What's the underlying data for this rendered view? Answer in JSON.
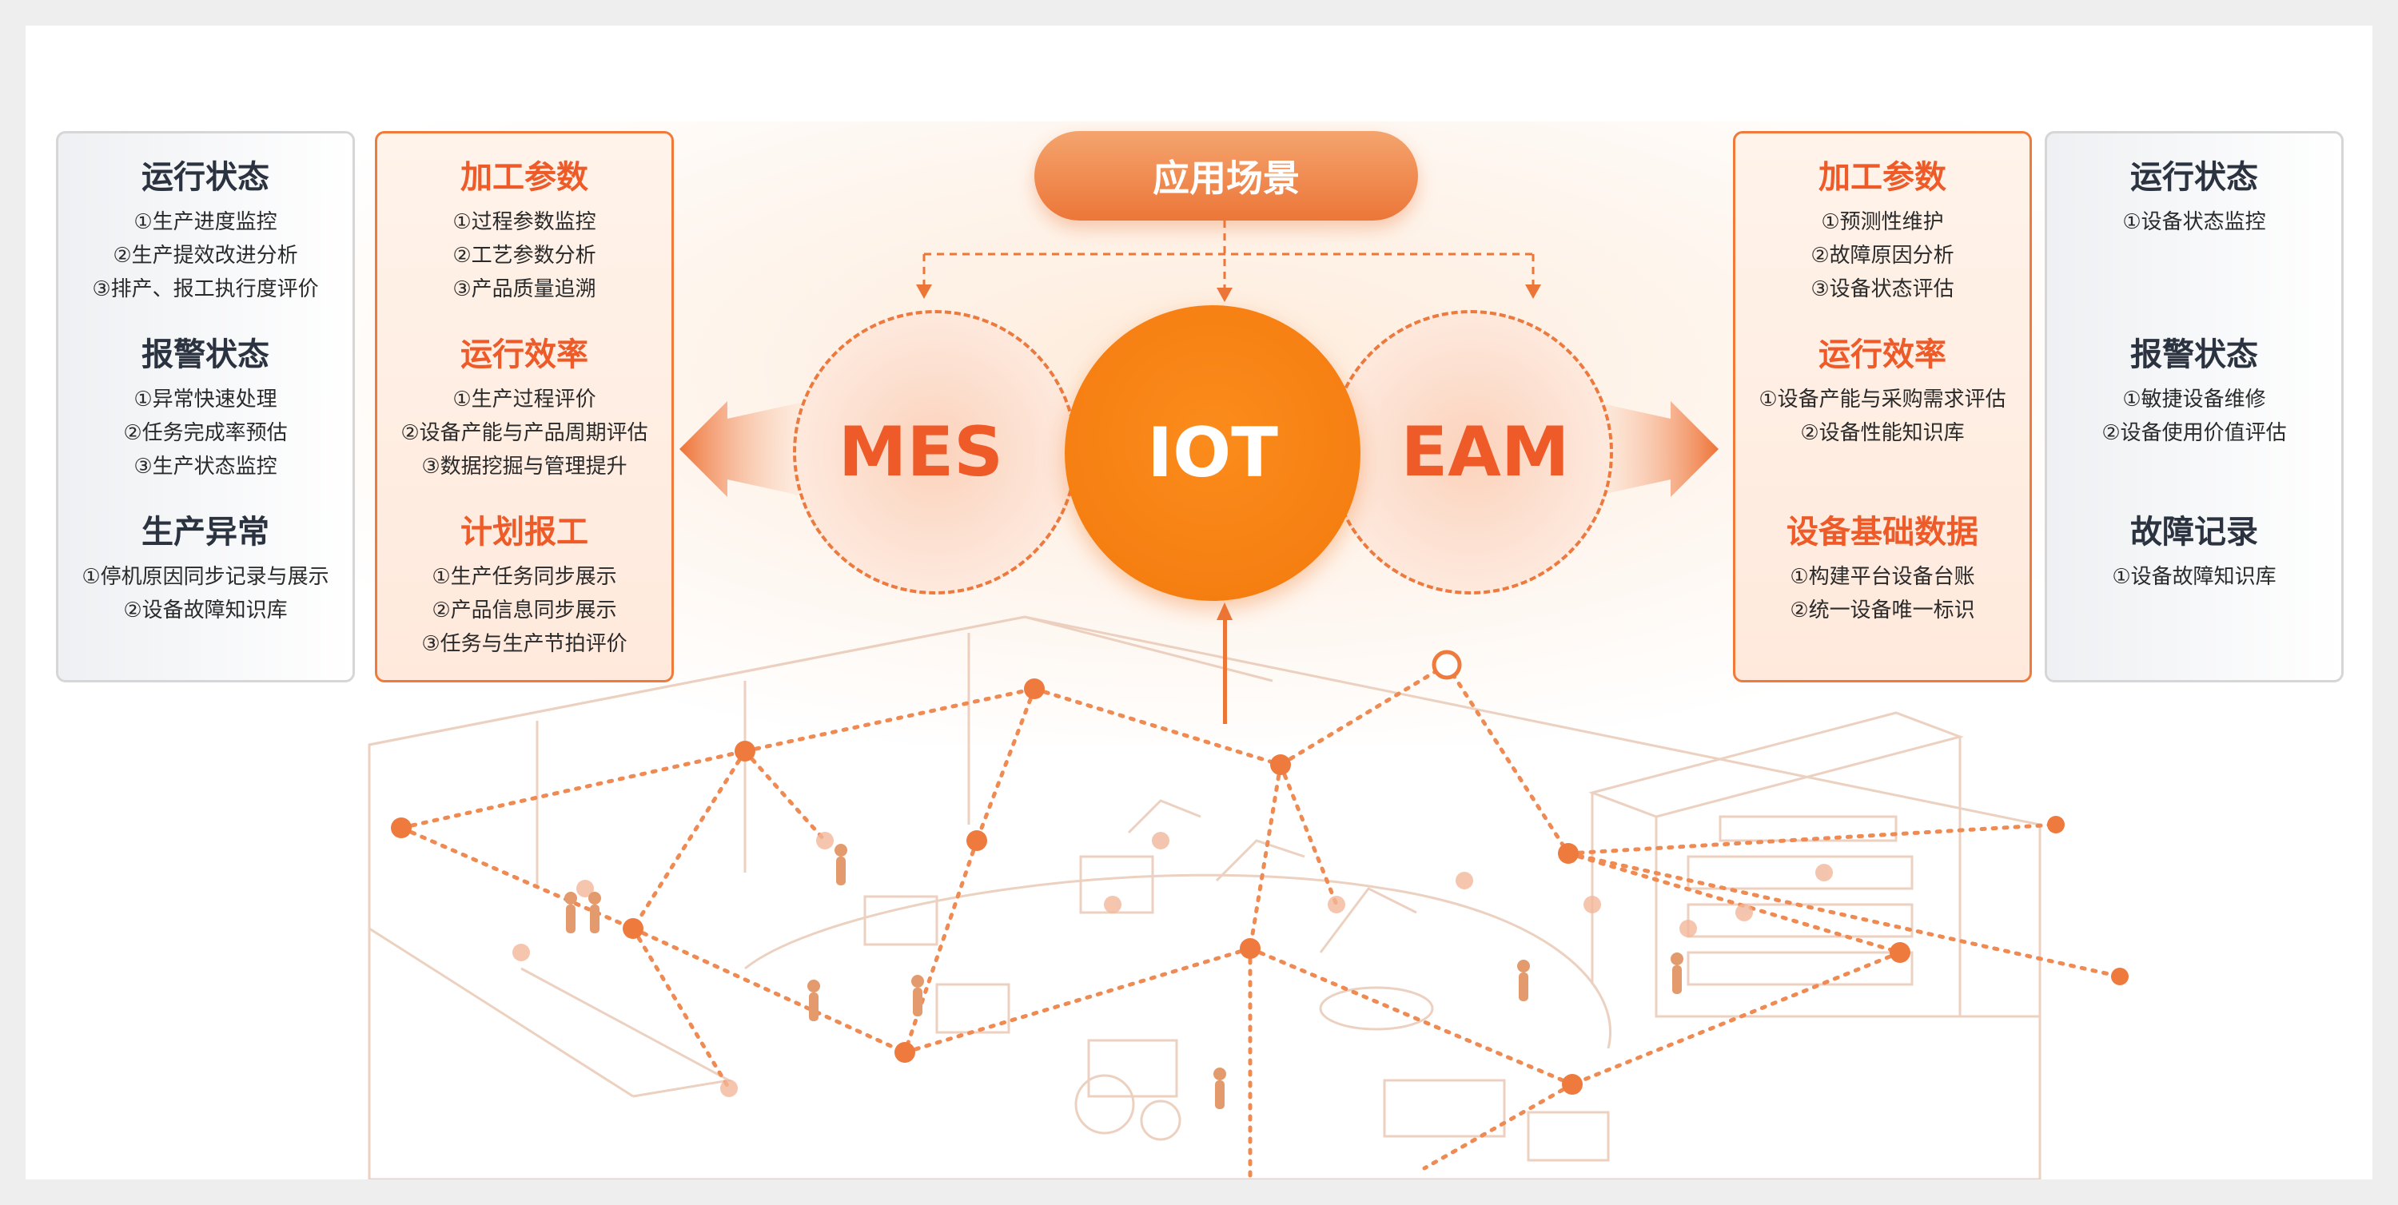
{
  "scene": {
    "label": "应用场景"
  },
  "center": {
    "mes": "MES",
    "iot": "IOT",
    "eam": "EAM"
  },
  "left_grey": {
    "sections": [
      {
        "title": "运行状态",
        "items": [
          "①生产进度监控",
          "②生产提效改进分析",
          "③排产、报工执行度评价"
        ]
      },
      {
        "title": "报警状态",
        "items": [
          "①异常快速处理",
          "②任务完成率预估",
          "③生产状态监控"
        ]
      },
      {
        "title": "生产异常",
        "items": [
          "①停机原因同步记录与展示",
          "②设备故障知识库"
        ]
      }
    ]
  },
  "left_orange": {
    "sections": [
      {
        "title": "加工参数",
        "items": [
          "①过程参数监控",
          "②工艺参数分析",
          "③产品质量追溯"
        ]
      },
      {
        "title": "运行效率",
        "items": [
          "①生产过程评价",
          "②设备产能与产品周期评估",
          "③数据挖掘与管理提升"
        ]
      },
      {
        "title": "计划报工",
        "items": [
          "①生产任务同步展示",
          "②产品信息同步展示",
          "③任务与生产节拍评价"
        ]
      }
    ]
  },
  "right_orange": {
    "sections": [
      {
        "title": "加工参数",
        "items": [
          "①预测性维护",
          "②故障原因分析",
          "③设备状态评估"
        ]
      },
      {
        "title": "运行效率",
        "items": [
          "①设备产能与采购需求评估",
          "②设备性能知识库"
        ]
      },
      {
        "title": "设备基础数据",
        "items": [
          "①构建平台设备台账",
          "②统一设备唯一标识"
        ]
      }
    ]
  },
  "right_grey": {
    "sections": [
      {
        "title": "运行状态",
        "items": [
          "①设备状态监控"
        ]
      },
      {
        "title": "报警状态",
        "items": [
          "①敏捷设备维修",
          "②设备使用价值评估"
        ]
      },
      {
        "title": "故障记录",
        "items": [
          "①设备故障知识库"
        ]
      }
    ]
  },
  "colors": {
    "accent": "#ee5a28",
    "iot_fill": "#f67f12",
    "panel_border_orange": "#ef7a3a",
    "panel_border_grey": "#d6d6d6",
    "title_dark": "#2c3340"
  }
}
